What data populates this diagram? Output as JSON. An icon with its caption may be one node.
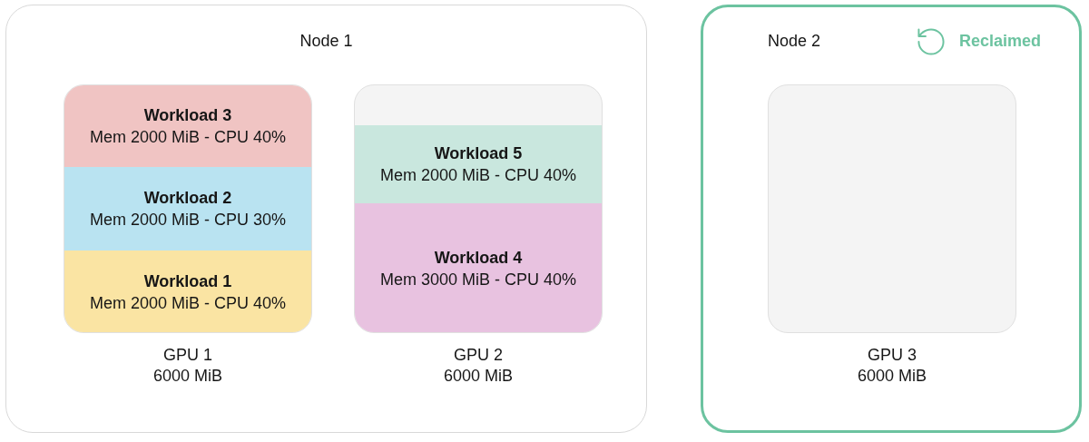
{
  "diagram": {
    "nodes": [
      {
        "text": [
          "Node 1"
        ]
      },
      {
        "text": [
          "GPU 1",
          "6000 MiB"
        ],
        "in": 0
      },
      {
        "text": [
          "Workload 3",
          "Mem 2000 MiB - CPU 40%"
        ],
        "in": 1
      },
      {
        "text": [
          "Workload 2",
          "Mem 2000 MiB - CPU 30%"
        ],
        "in": 1
      },
      {
        "text": [
          "Workload 1",
          "Mem 2000 MiB - CPU 40%"
        ],
        "in": 1
      },
      {
        "text": [
          "GPU 2",
          "6000 MiB"
        ],
        "in": 0
      },
      {
        "text": [
          "Workload 5",
          "Mem 2000 MiB - CPU 40%"
        ],
        "in": 5
      },
      {
        "text": [
          "Workload 4",
          "Mem 3000 MiB - CPU 40%"
        ],
        "in": 5
      },
      {
        "text": [
          "Node 2",
          "Reclaimed"
        ]
      },
      {
        "text": [
          "GPU 3",
          "6000 MiB"
        ],
        "in": 8
      }
    ],
    "edges": []
  }
}
